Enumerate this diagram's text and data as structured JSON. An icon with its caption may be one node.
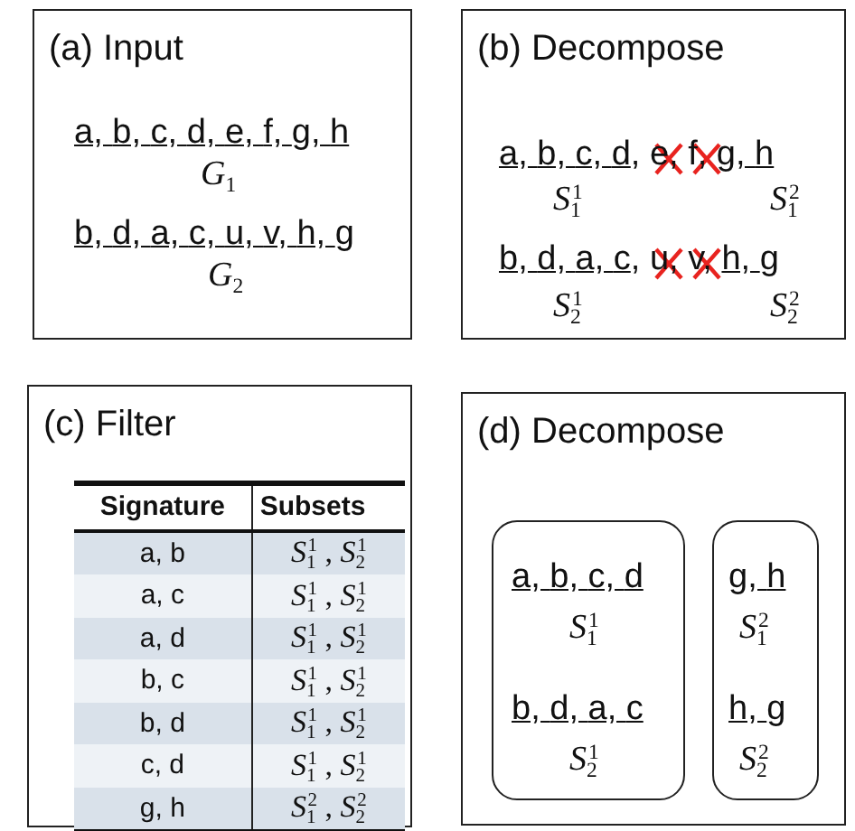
{
  "diagram": {
    "nodes": [
      {
        "text": [
          "(a) Input",
          "a, b, c, d, e, f, g, h",
          "*G*$_{1}$",
          "b, d, a, c, u, v, h, g",
          "*G*$_{2}$"
        ]
      },
      {
        "text": [
          "(b) Decompose",
          "a, b, c, d, e, f, g, h",
          "*S*$_{1}$$^{1}$",
          "*S*$_{1}$$^{2}$",
          "b, d, a, c, u, v, h, g",
          "*S*$_{2}$$^{1}$",
          "*S*$_{2}$$^{2}$"
        ]
      },
      {
        "text": [
          "(c) Filter",
          "Signature",
          "Subsets",
          "a, b",
          "*S*$_{1}$$^{1}$ , *S*$_{2}$$^{1}$",
          "a, c",
          "*S*$_{1}$$^{1}$ , *S*$_{2}$$^{1}$",
          "a, d",
          "*S*$_{1}$$^{1}$ , *S*$_{2}$$^{1}$",
          "b, c",
          "*S*$_{1}$$^{1}$ , *S*$_{2}$$^{1}$",
          "b, d",
          "*S*$_{1}$$^{1}$ , *S*$_{2}$$^{1}$",
          "c, d",
          "*S*$_{1}$$^{1}$ , *S*$_{2}$$^{1}$",
          "g, h",
          "*S*$_{1}$$^{2}$ , *S*$_{2}$$^{2}$"
        ]
      },
      {
        "text": [
          "(d) Decompose"
        ]
      },
      {
        "text": [
          "a, b, c, d",
          "*S*$_{1}$$^{1}$",
          "b, d, a, c",
          "*S*$_{2}$$^{1}$"
        ],
        "in": 3
      },
      {
        "text": [
          "g, h",
          "*S*$_{1}$$^{2}$",
          "h, g",
          "*S*$_{2}$$^{2}$"
        ],
        "in": 3
      }
    ],
    "edges": []
  }
}
